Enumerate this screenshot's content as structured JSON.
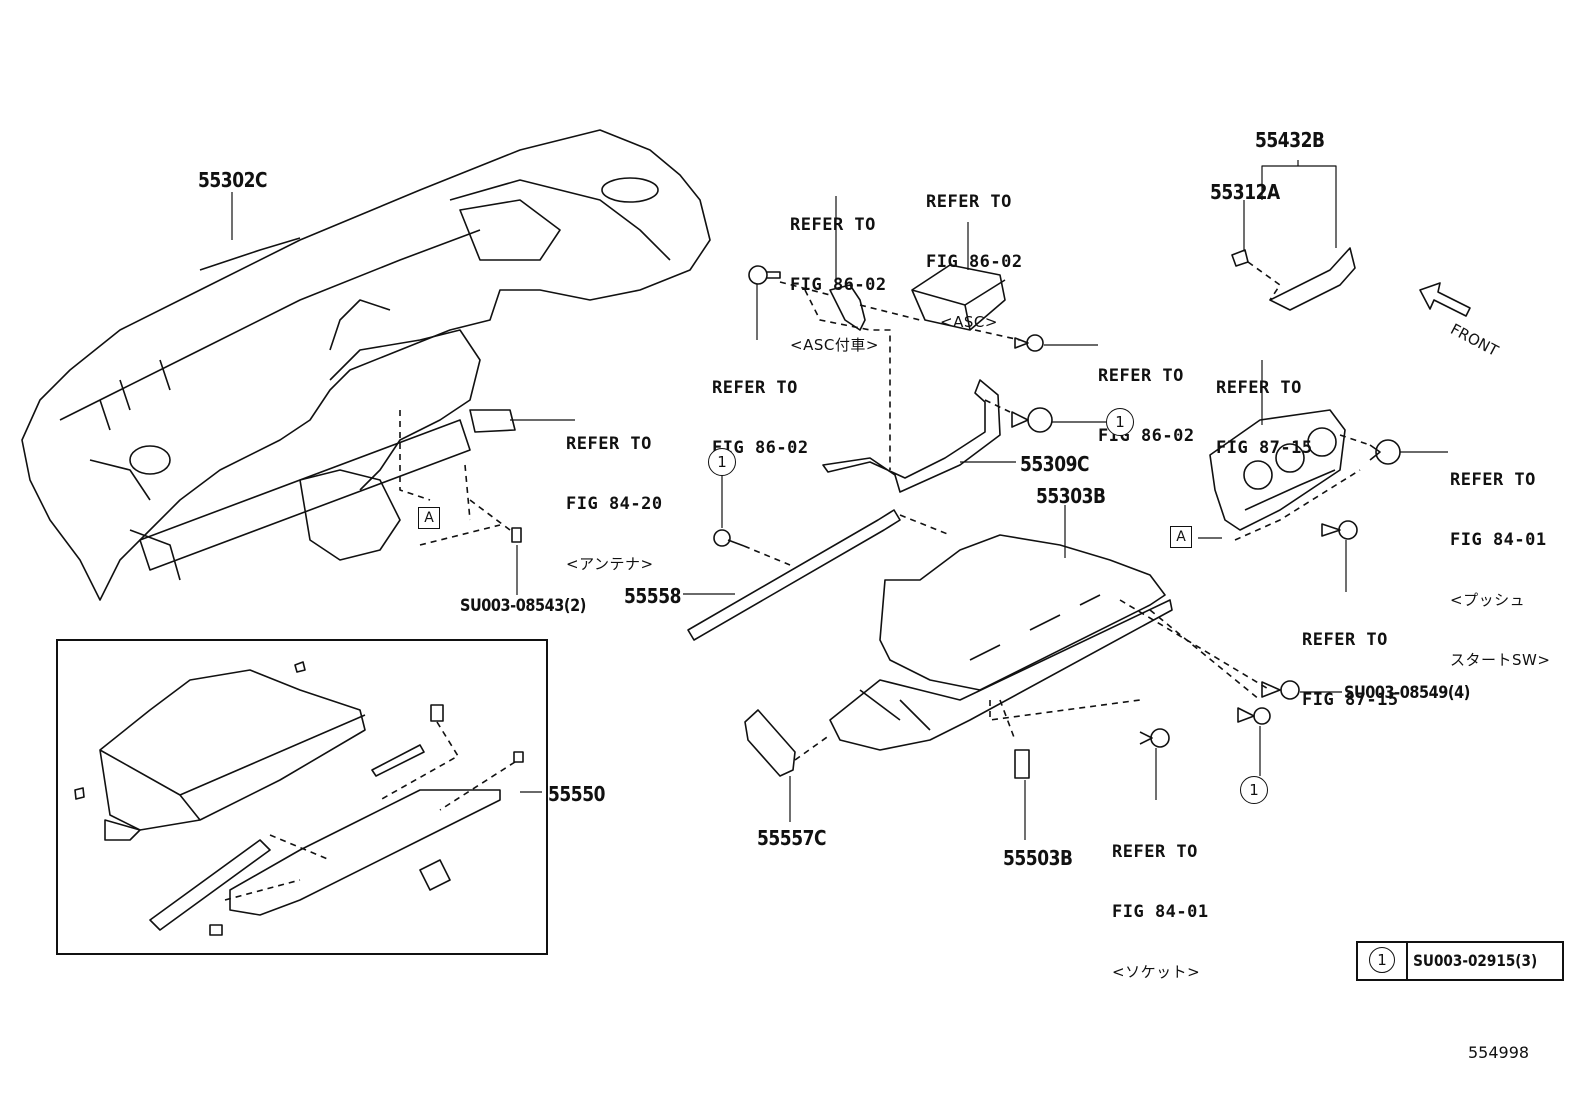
{
  "diagram": {
    "figure_number": "554998",
    "parts": {
      "p55302C": "55302C",
      "p55432B": "55432B",
      "p55312A": "55312A",
      "p55309C": "55309C",
      "p55303B": "55303B",
      "p55558": "55558",
      "p55550": "55550",
      "p55557C": "55557C",
      "p55503B": "55503B",
      "su08543": "SU003-08543(2)",
      "su08549": "SU003-08549(4)"
    },
    "references": {
      "asc_bracket": {
        "line1": "REFER TO",
        "line2": "FIG 86-02",
        "line3": "<ASC付車>"
      },
      "asc_unit": {
        "line1": "REFER TO",
        "line2": "FIG 86-02",
        "line3": "<ASC>"
      },
      "bolt_left": {
        "line1": "REFER TO",
        "line2": "FIG 86-02"
      },
      "bolt_right": {
        "line1": "REFER TO",
        "line2": "FIG 86-02"
      },
      "antenna": {
        "line1": "REFER TO",
        "line2": "FIG 84-20",
        "line3": "<アンテナ>"
      },
      "climate_top": {
        "line1": "REFER TO",
        "line2": "FIG 87-15"
      },
      "climate_screw": {
        "line1": "REFER TO",
        "line2": "FIG 87-15"
      },
      "push_start": {
        "line1": "REFER TO",
        "line2": "FIG 84-01",
        "line3": "<プッシュ",
        "line4": "スタートSW>"
      },
      "socket": {
        "line1": "REFER TO",
        "line2": "FIG 84-01",
        "line3": "<ソケット>"
      }
    },
    "front_label": "FRONT",
    "callout_marker": "1",
    "box_marker": "A",
    "legend": {
      "marker": "1",
      "part": "SU003-02915(3)"
    }
  }
}
